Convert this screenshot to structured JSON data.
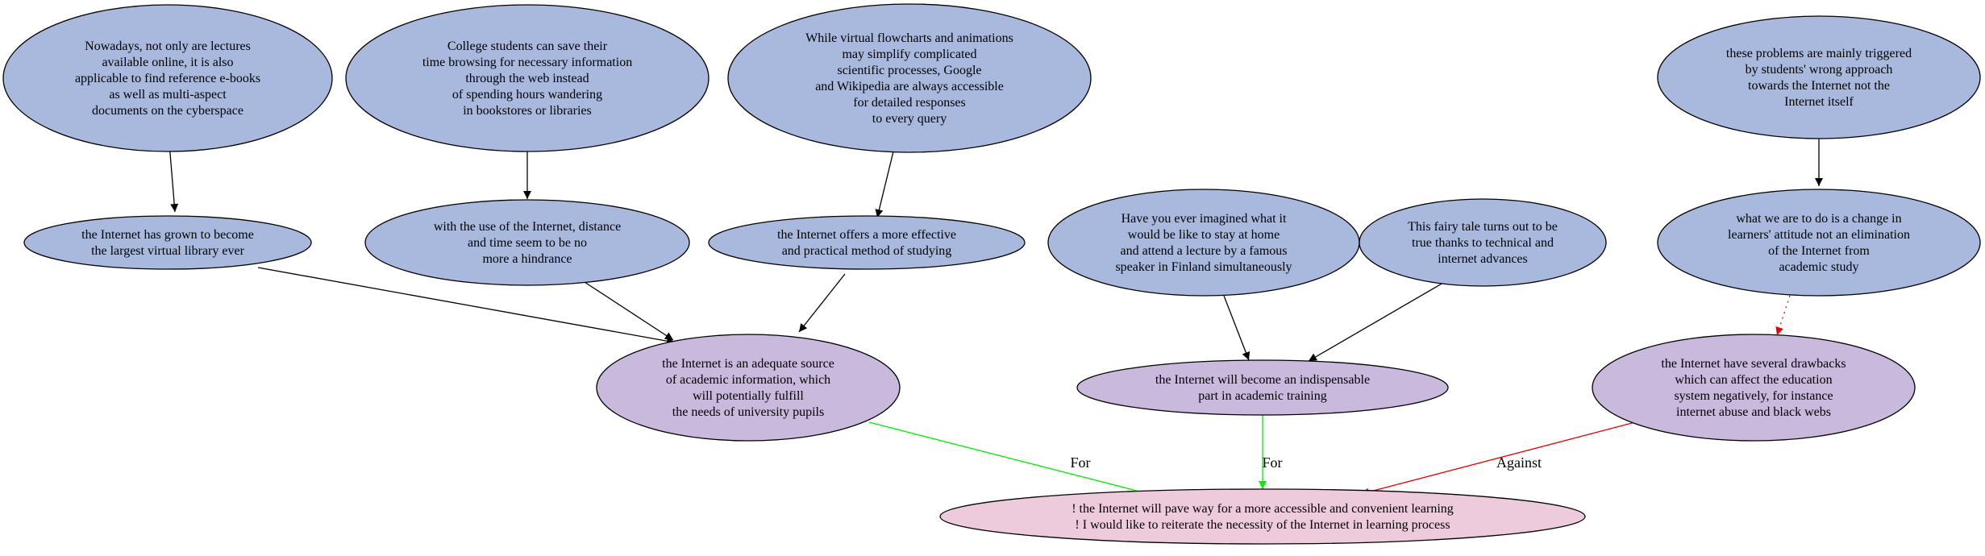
{
  "colors": {
    "premise": "#a9b9dd",
    "claim": "#c9b9dd",
    "conclusion": "#eecbdc",
    "black": "#000000",
    "for": "#00ee00",
    "against": "#ee0000"
  },
  "nodes": [
    {
      "id": "n1",
      "kind": "premise",
      "lines": [
        "Nowadays, not only are lectures",
        "available online, it is also",
        "applicable to find reference e-books",
        "as well as multi-aspect",
        "documents on the cyberspace"
      ]
    },
    {
      "id": "n2",
      "kind": "premise",
      "lines": [
        "College students can save their",
        "time browsing for necessary information",
        "through the web instead",
        "of spending hours wandering",
        "in bookstores or libraries"
      ]
    },
    {
      "id": "n3",
      "kind": "premise",
      "lines": [
        "While virtual flowcharts and animations",
        "may simplify complicated",
        "scientific processes, Google",
        "and Wikipedia are always accessible",
        "for detailed responses",
        "to every query"
      ]
    },
    {
      "id": "n4",
      "kind": "premise",
      "lines": [
        "these problems are mainly triggered",
        "by students' wrong approach",
        "towards the Internet not the",
        "Internet itself"
      ]
    },
    {
      "id": "n5",
      "kind": "premise",
      "lines": [
        "the Internet has grown to become",
        "the largest virtual library ever"
      ]
    },
    {
      "id": "n6",
      "kind": "premise",
      "lines": [
        "with the use of the Internet, distance",
        "and time seem to be no",
        "more a hindrance"
      ]
    },
    {
      "id": "n7",
      "kind": "premise",
      "lines": [
        "the Internet offers a more effective",
        "and practical method of studying"
      ]
    },
    {
      "id": "n8",
      "kind": "premise",
      "lines": [
        "Have you ever imagined what it",
        "would be like to stay at home",
        "and attend a lecture by a famous",
        "speaker in Finland simultaneously"
      ]
    },
    {
      "id": "n9",
      "kind": "premise",
      "lines": [
        "This fairy tale turns out to be",
        "true thanks to technical and",
        "internet advances"
      ]
    },
    {
      "id": "n10",
      "kind": "premise",
      "lines": [
        "what we are to do is a change in",
        "learners' attitude not an elimination",
        "of the Internet from",
        "academic study"
      ]
    },
    {
      "id": "n11",
      "kind": "claim",
      "lines": [
        "the Internet is an adequate source",
        "of academic information, which",
        "will potentially fulfill",
        "the needs of university pupils"
      ]
    },
    {
      "id": "n12",
      "kind": "claim",
      "lines": [
        "the Internet will become an indispensable",
        "part in academic training"
      ]
    },
    {
      "id": "n13",
      "kind": "claim",
      "lines": [
        "the Internet have several drawbacks",
        "which can affect the education",
        "system negatively, for instance",
        "internet abuse and black webs"
      ]
    },
    {
      "id": "n14",
      "kind": "conclusion",
      "lines": [
        "! the Internet will pave way for a more accessible and convenient learning",
        "! I would like to reiterate the necessity of the Internet in learning process"
      ]
    }
  ],
  "edges": [
    {
      "from": "n1",
      "to": "n5",
      "color": "black",
      "style": "solid",
      "label": ""
    },
    {
      "from": "n2",
      "to": "n6",
      "color": "black",
      "style": "solid",
      "label": ""
    },
    {
      "from": "n3",
      "to": "n7",
      "color": "black",
      "style": "solid",
      "label": ""
    },
    {
      "from": "n4",
      "to": "n10",
      "color": "black",
      "style": "solid",
      "label": ""
    },
    {
      "from": "n5",
      "to": "n11",
      "color": "black",
      "style": "solid",
      "label": ""
    },
    {
      "from": "n6",
      "to": "n11",
      "color": "black",
      "style": "solid",
      "label": ""
    },
    {
      "from": "n7",
      "to": "n11",
      "color": "black",
      "style": "solid",
      "label": ""
    },
    {
      "from": "n8",
      "to": "n12",
      "color": "black",
      "style": "solid",
      "label": ""
    },
    {
      "from": "n9",
      "to": "n12",
      "color": "black",
      "style": "solid",
      "label": ""
    },
    {
      "from": "n10",
      "to": "n13",
      "color": "against",
      "style": "dotted",
      "label": ""
    },
    {
      "from": "n11",
      "to": "n14",
      "color": "for",
      "style": "solid",
      "label": "For"
    },
    {
      "from": "n12",
      "to": "n14",
      "color": "for",
      "style": "solid",
      "label": "For"
    },
    {
      "from": "n13",
      "to": "n14",
      "color": "against",
      "style": "solid",
      "label": "Against"
    }
  ]
}
